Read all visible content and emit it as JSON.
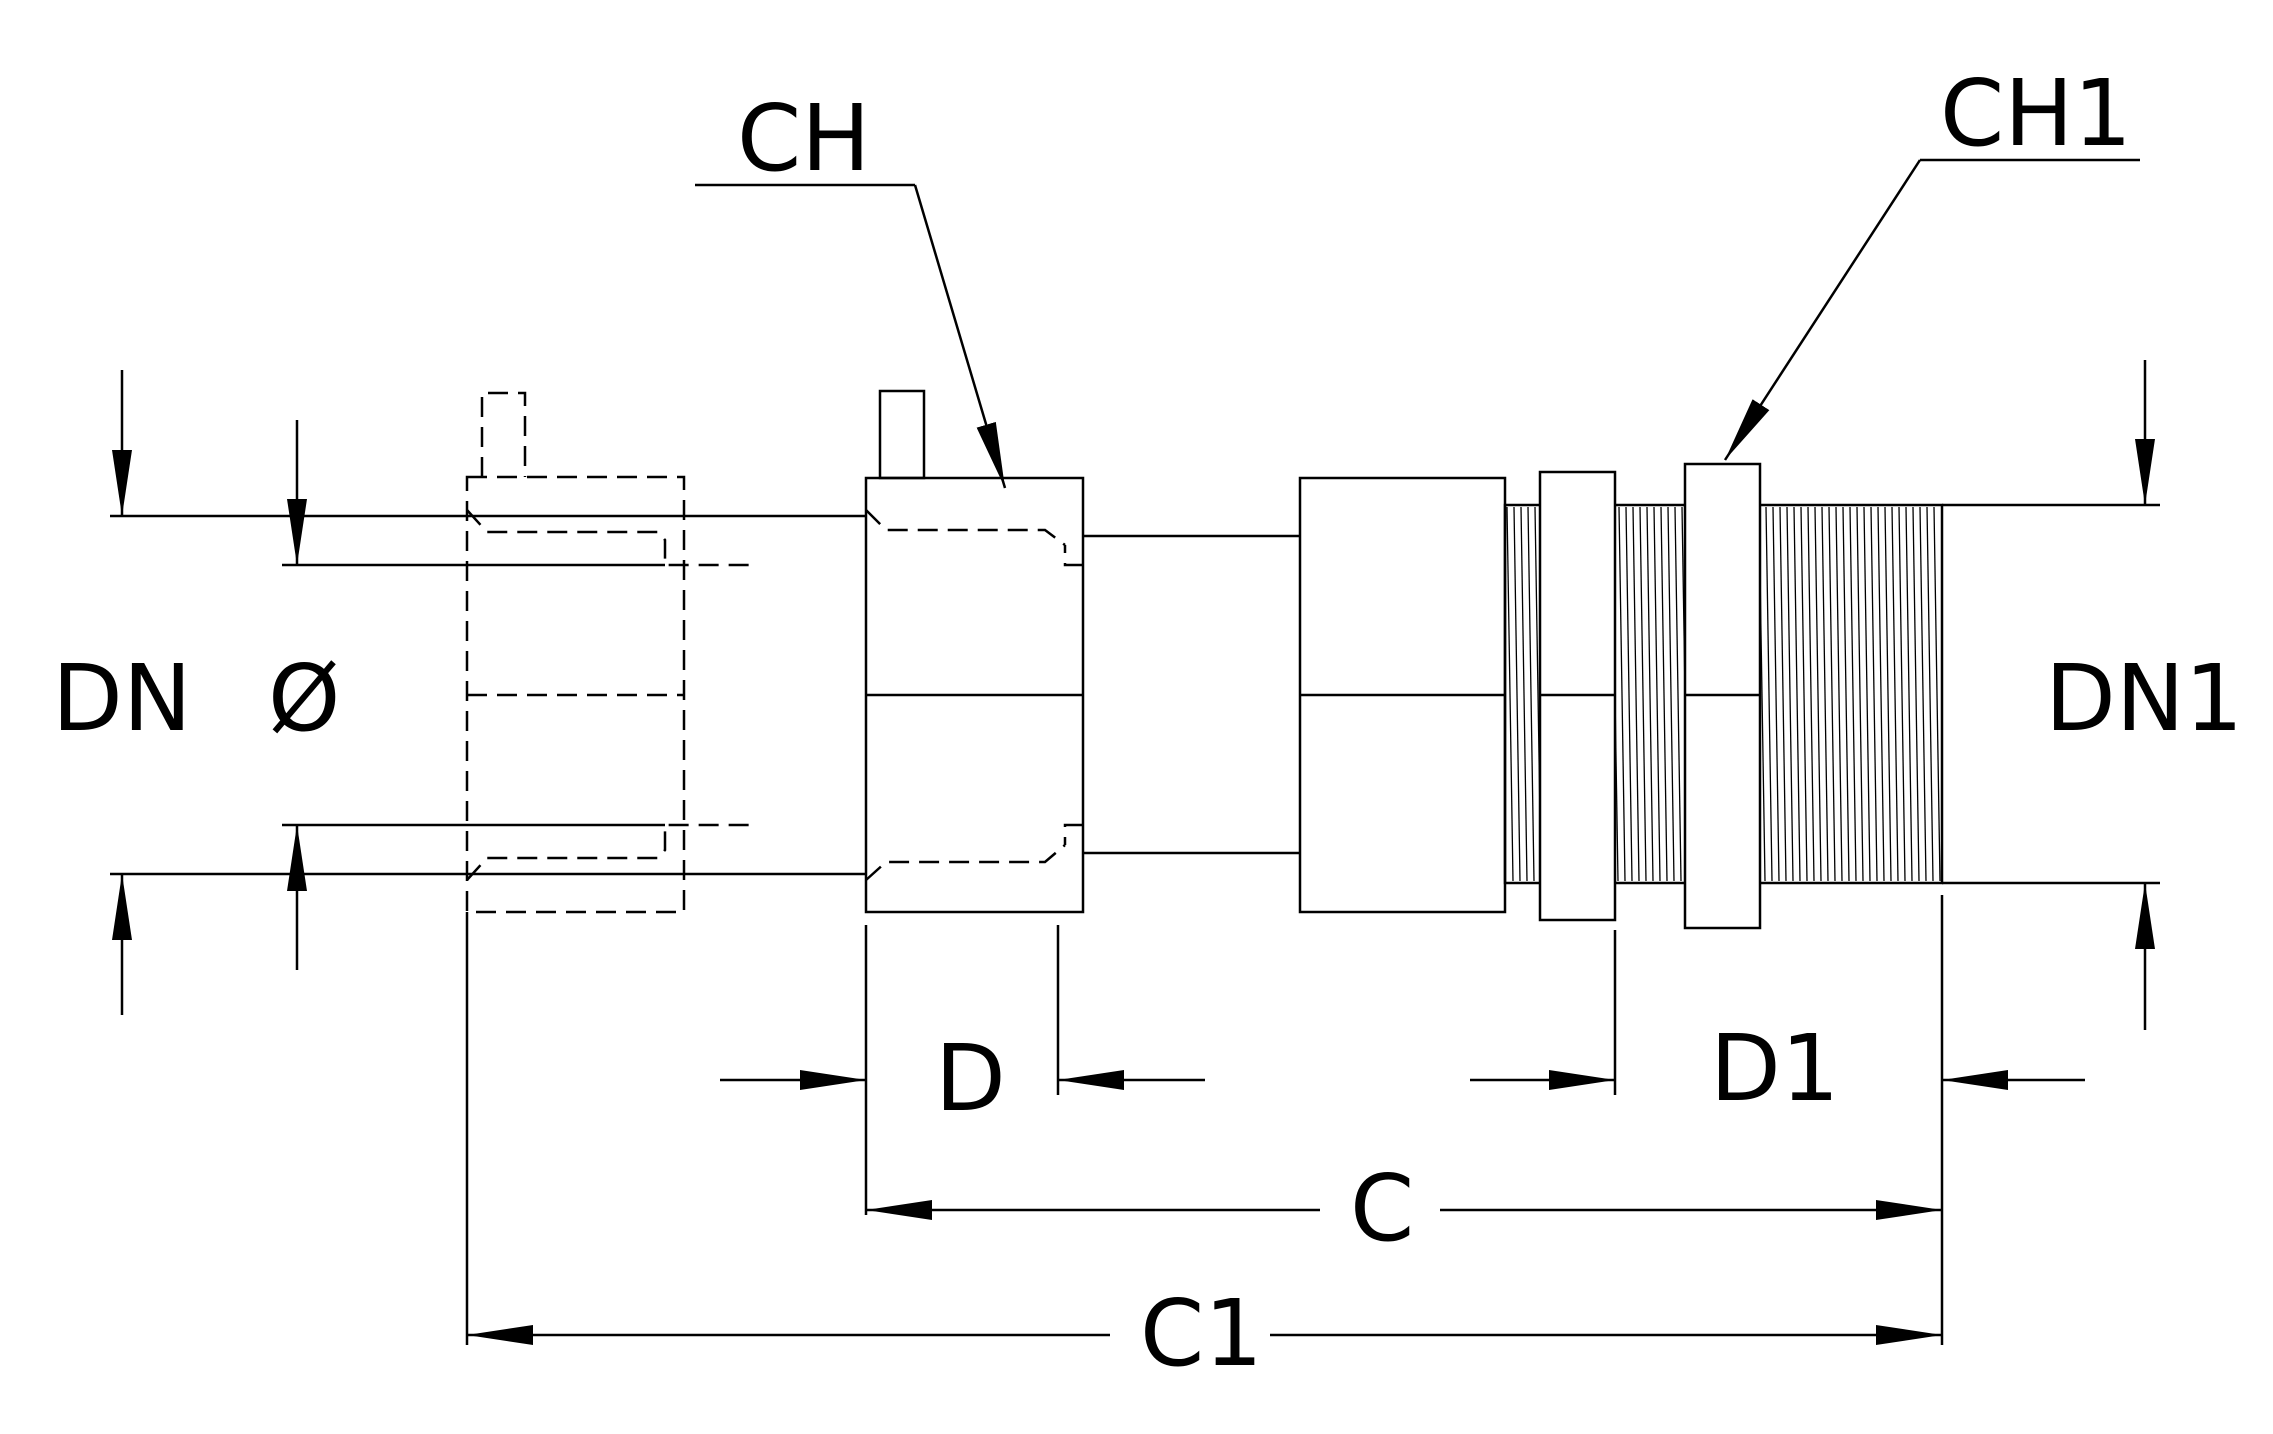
{
  "diagram": {
    "type": "technical drawing",
    "line_color": "#000000",
    "background": "#ffffff"
  },
  "labels": {
    "ch": "CH",
    "ch1": "CH1",
    "dn": "DN",
    "diameter": "Ø",
    "dn1": "DN1",
    "d": "D",
    "d1": "D1",
    "c": "C",
    "c1": "C1"
  }
}
